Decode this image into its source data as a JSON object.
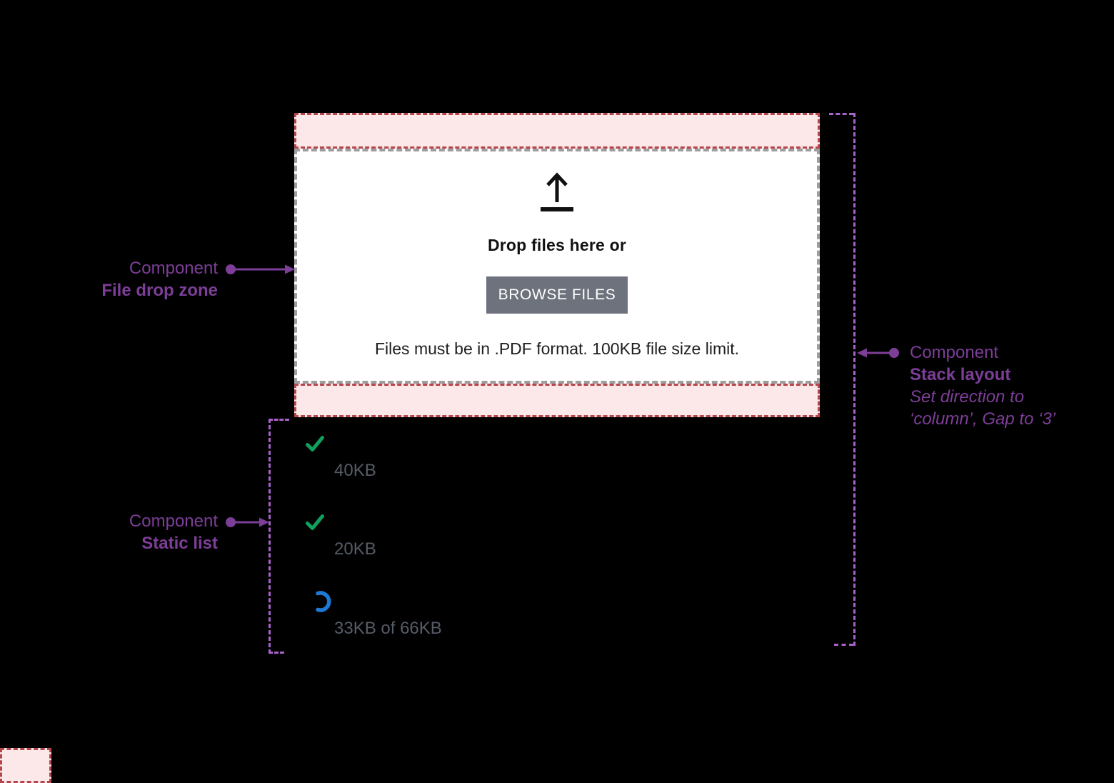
{
  "colors": {
    "background": "#000000",
    "dropzone_pad_fill": "#fce8e8",
    "dropzone_pad_border": "#b5464c",
    "dropzone_fill": "#ffffff",
    "dropzone_border": "#9e9e9e",
    "browse_button_fill": "#6e727c",
    "browse_button_text": "#ffffff",
    "annotation_purple": "#7d3e98",
    "guide_dash_purple": "#a763c8",
    "check_green": "#0fa05e",
    "spinner_blue": "#1d79d4",
    "file_size_gray": "#565c66"
  },
  "dropzone": {
    "icon": "upload-icon",
    "heading": "Drop files here or",
    "browse_button_label": "BROWSE FILES",
    "hint": "Files must be in .PDF format. 100KB file size limit."
  },
  "file_list": {
    "items": [
      {
        "icon": "check-icon",
        "status": "complete",
        "size": "40KB"
      },
      {
        "icon": "check-icon",
        "status": "complete",
        "size": "20KB"
      },
      {
        "icon": "spinner-icon",
        "status": "uploading",
        "size": "33KB of 66KB"
      }
    ]
  },
  "annotations": {
    "file_drop_zone": {
      "kind": "Component",
      "name": "File drop zone"
    },
    "static_list": {
      "kind": "Component",
      "name": "Static list"
    },
    "stack_layout": {
      "kind": "Component",
      "name": "Stack layout",
      "note_line1": "Set direction to",
      "note_line2": "‘column’, Gap to ‘3’"
    }
  }
}
